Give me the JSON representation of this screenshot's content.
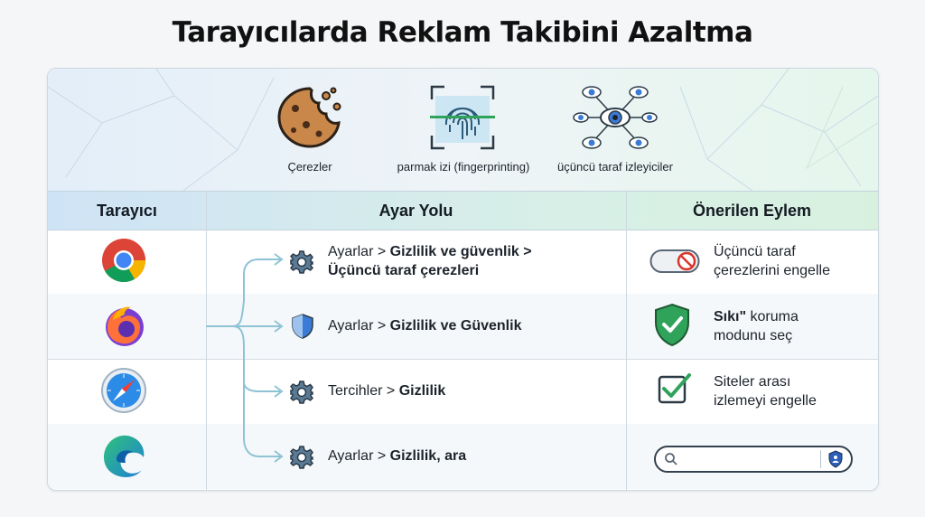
{
  "title": "Tarayıcılarda Reklam Takibini Azaltma",
  "threats": [
    {
      "label": "Çerezler",
      "icon": "cookie-icon"
    },
    {
      "label": "parmak izi (fingerprinting)",
      "icon": "fingerprint-icon"
    },
    {
      "label": "üçüncü taraf izleyiciler",
      "icon": "tracker-eyes-icon"
    }
  ],
  "table": {
    "headers": [
      "Tarayıcı",
      "Ayar Yolu",
      "Önerilen Eylem"
    ],
    "rows": [
      {
        "browser": "Chrome",
        "path_plain": "Ayarlar > ",
        "path_bold": "Gizlilik ve güvenlik >",
        "path_line2": "Üçüncü taraf çerezleri",
        "action_line1": "Üçüncü taraf",
        "action_line2": "çerezlerini engelle"
      },
      {
        "browser": "Firefox",
        "path_plain": "Ayarlar > ",
        "path_bold": "Gizlilik ve Güvenlik",
        "action_bold": "Sıkı\"",
        "action_rest": " koruma",
        "action_line2": "modunu seç"
      },
      {
        "browser": "Safari",
        "path_plain": "Tercihler > ",
        "path_bold": "Gizlilik",
        "action_line1": "Siteler arası",
        "action_line2": "izlemeyi engelle"
      },
      {
        "browser": "Edge",
        "path_plain": "Ayarlar > ",
        "path_bold": "Gizlilik, ara"
      }
    ]
  },
  "colors": {
    "header_blue": "#cfe3f6",
    "header_green": "#d8f1df",
    "shield_green": "#2fa35a",
    "shield_blue": "#3a7bd5",
    "arrow": "#8ec3d6"
  }
}
